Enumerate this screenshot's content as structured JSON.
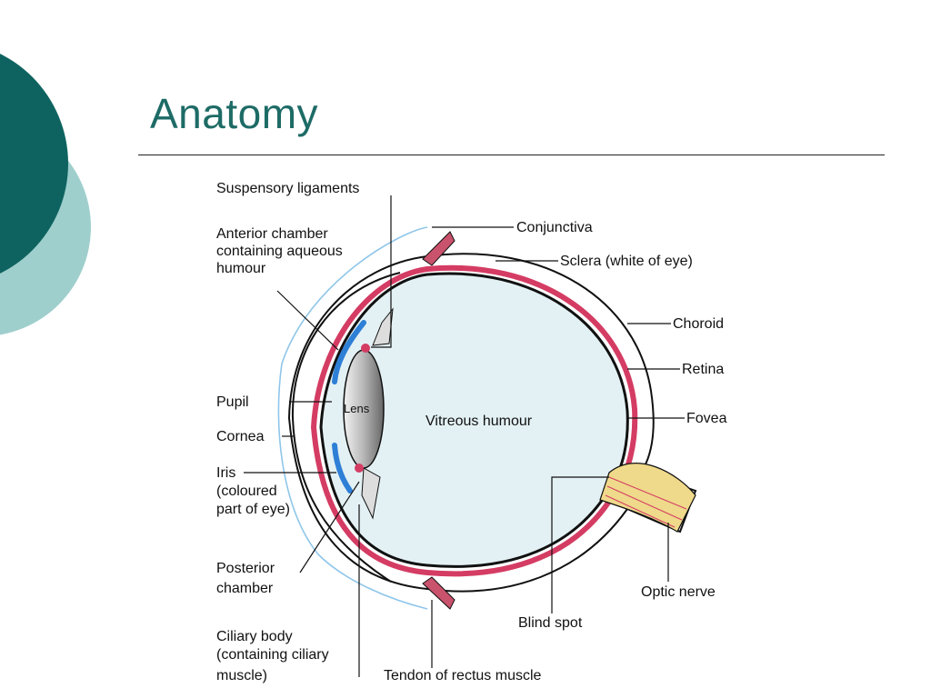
{
  "title": "Anatomy",
  "colors": {
    "title": "#1e6b66",
    "deco_dark": "#0e6360",
    "deco_light": "#9fcfcd",
    "choroid": "#d43c63",
    "iris": "#2e7fd6",
    "vitreous": "#e3f1f4"
  },
  "labels": {
    "suspensory_ligaments": "Suspensory ligaments",
    "anterior_chamber": [
      "Anterior chamber",
      "containing aqueous",
      "humour"
    ],
    "pupil": "Pupil",
    "cornea": "Cornea",
    "iris": [
      "Iris",
      "(coloured",
      "part of eye)"
    ],
    "posterior_chamber": [
      "Posterior",
      "chamber"
    ],
    "ciliary_body": [
      "Ciliary body",
      "(containing ciliary",
      "muscle)"
    ],
    "conjunctiva": "Conjunctiva",
    "sclera": "Sclera (white of eye)",
    "choroid": "Choroid",
    "retina": "Retina",
    "fovea": "Fovea",
    "optic_nerve": "Optic nerve",
    "blind_spot": "Blind spot",
    "tendon": "Tendon of rectus muscle",
    "lens": "Lens",
    "vitreous_humour": "Vitreous humour"
  }
}
